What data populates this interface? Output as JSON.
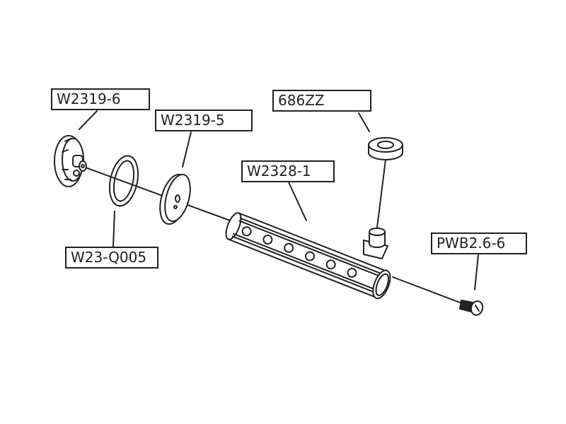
{
  "parts": [
    {
      "id": "W2319-6",
      "label": "W2319-6"
    },
    {
      "id": "W2319-5",
      "label": "W2319-5"
    },
    {
      "id": "W23-Q005",
      "label": "W23-Q005"
    },
    {
      "id": "W2328-1",
      "label": "W2328-1"
    },
    {
      "id": "686ZZ",
      "label": "686ZZ"
    },
    {
      "id": "PWB2.6-6",
      "label": "PWB2.6-6"
    }
  ]
}
